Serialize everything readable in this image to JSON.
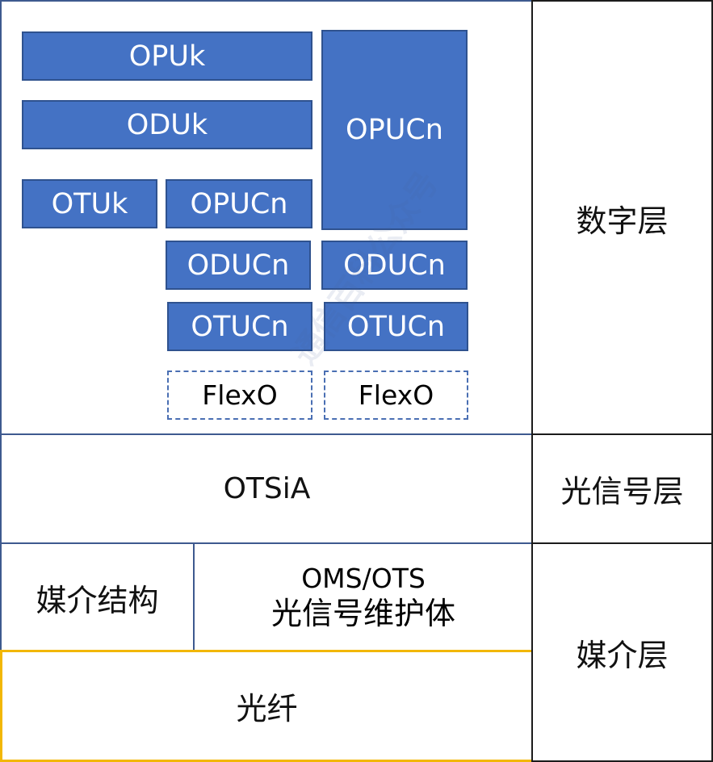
{
  "digital_region": {
    "blocks": {
      "opuk": "OPUk",
      "oduk": "ODUk",
      "otuk": "OTUk",
      "opucn_tall": "OPUCn",
      "opucn_small": "OPUCn",
      "oducn_left": "ODUCn",
      "oducn_right": "ODUCn",
      "otucn_left": "OTUCn",
      "otucn_right": "OTUCn",
      "flexo_left": "FlexO",
      "flexo_right": "FlexO"
    }
  },
  "otsia_region": {
    "label": "OTSiA"
  },
  "media_region": {
    "media_structure": "媒介结构",
    "maintenance": {
      "line1": "OMS/OTS",
      "line2": "光信号维护体"
    },
    "fiber": "光纤"
  },
  "layers": {
    "digital": "数字层",
    "optical_signal": "光信号层",
    "media": "媒介层"
  },
  "watermark": "通信百科公众号",
  "colors": {
    "block_fill": "#4472c4",
    "block_border": "#2f528f",
    "fiber_border": "#f2b705",
    "region_border": "#3e5a8f"
  }
}
